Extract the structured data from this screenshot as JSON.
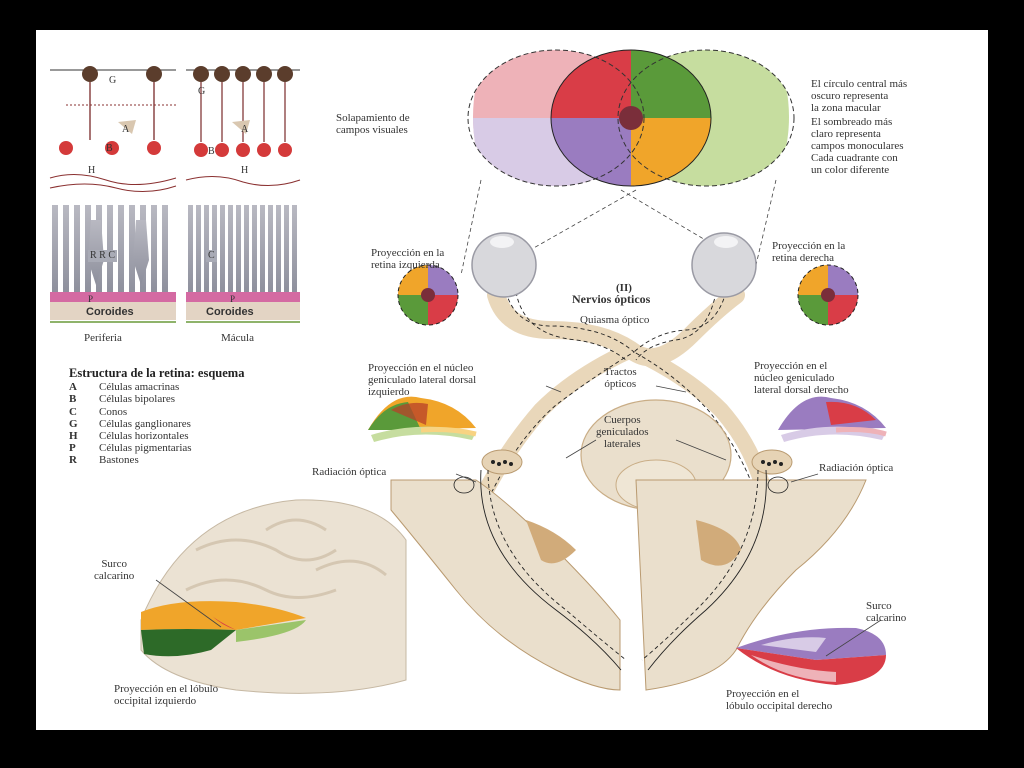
{
  "retina": {
    "labels": {
      "g": "G",
      "a": "A",
      "b": "B",
      "h": "H",
      "r": "R",
      "c": "C",
      "p": "P"
    },
    "rrc": "R R C",
    "coroides": "Coroides",
    "periferia": "Periferia",
    "macula": "Mácula"
  },
  "legend": {
    "title": "Estructura de la retina: esquema",
    "items": [
      {
        "key": "A",
        "text": "Células amacrinas"
      },
      {
        "key": "B",
        "text": "Células bipolares"
      },
      {
        "key": "C",
        "text": "Conos"
      },
      {
        "key": "G",
        "text": "Células ganglionares"
      },
      {
        "key": "H",
        "text": "Células horizontales"
      },
      {
        "key": "P",
        "text": "Células pigmentarias"
      },
      {
        "key": "R",
        "text": "Bastones"
      }
    ]
  },
  "labels": {
    "solapamiento": [
      "Solapamiento de",
      "campos visuales"
    ],
    "circle_notes": [
      [
        "El círculo central más",
        "oscuro representa",
        "la zona macular"
      ],
      [
        "El sombreado más",
        "claro representa",
        "campos monoculares"
      ],
      [
        "Cada cuadrante con",
        "un color diferente"
      ]
    ],
    "proj_retina_izq": [
      "Proyección en la",
      "retina izquierda"
    ],
    "proj_retina_der": [
      "Proyección en la",
      "retina derecha"
    ],
    "nervio_num": "(II)",
    "nervios": "Nervios ópticos",
    "quiasma": "Quiasma óptico",
    "tractos": [
      "Tractos",
      "ópticos"
    ],
    "nucleo_izq": [
      "Proyección en el núcleo",
      "geniculado lateral dorsal",
      "izquierdo"
    ],
    "nucleo_der": [
      "Proyección en el",
      "núcleo geniculado",
      "lateral dorsal derecho"
    ],
    "cuerpos": [
      "Cuerpos",
      "geniculados",
      "laterales"
    ],
    "radiacion_izq": "Radiación óptica",
    "radiacion_der": "Radiación óptica",
    "surco_izq": [
      "Surco",
      "calcarino"
    ],
    "surco_der": [
      "Surco",
      "calcarino"
    ],
    "lobulo_izq": [
      "Proyección en el lóbulo",
      "occipital izquierdo"
    ],
    "lobulo_der": [
      "Proyección en el",
      "lóbulo occipital derecho"
    ]
  },
  "colors": {
    "frame": "#000000",
    "background": "#ffffff",
    "field_red": "#d93d47",
    "field_green": "#5a9a3a",
    "field_purple": "#9a7cc0",
    "field_orange": "#f0a52a",
    "field_pink_light": "#eeb2b8",
    "field_green_light": "#c6dd9f",
    "field_purple_light": "#d8cbe6",
    "field_orange_light": "#f8d382",
    "macula_center": "#7a2e3a",
    "tissue": "#e9d7ba",
    "tissue_edge": "#c9ad86",
    "brain": "#e8dcc8"
  }
}
